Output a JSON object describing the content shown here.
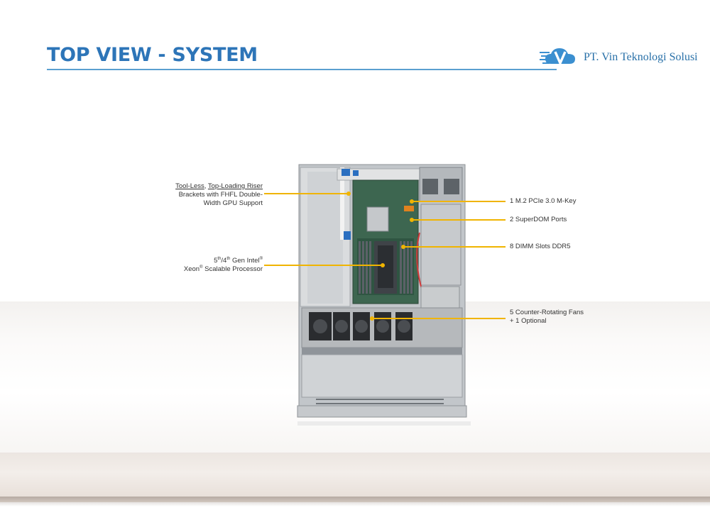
{
  "header": {
    "title": "TOP VIEW - SYSTEM",
    "accent_color": "#2d75b8"
  },
  "logo": {
    "icon": "cloud-v-logo-icon",
    "text": "PT. Vin Teknologi Solusi"
  },
  "callouts": {
    "riser": {
      "line1_a": "Tool-Less",
      "line1_sep": ", ",
      "line1_b": "Top-Loading Riser",
      "line2": "Brackets with FHFL Double-",
      "line3": "Width GPU Support"
    },
    "processor": {
      "gen_a": "5",
      "gen_a_sup": "th",
      "gen_sep": "/4",
      "gen_b_sup": "th",
      "gen_rest": " Gen Intel",
      "reg1": "®",
      "xeon": "Xeon",
      "reg2": "®",
      "xeon_rest": " Scalable Processor"
    },
    "m2": "1 M.2 PCIe 3.0 M-Key",
    "superdom": "2 SuperDOM Ports",
    "dimm": "8 DIMM Slots DDR5",
    "fans_line1": "5 Counter-Rotating Fans",
    "fans_line2": "+ 1 Optional"
  },
  "leader_color": "#f0b400"
}
